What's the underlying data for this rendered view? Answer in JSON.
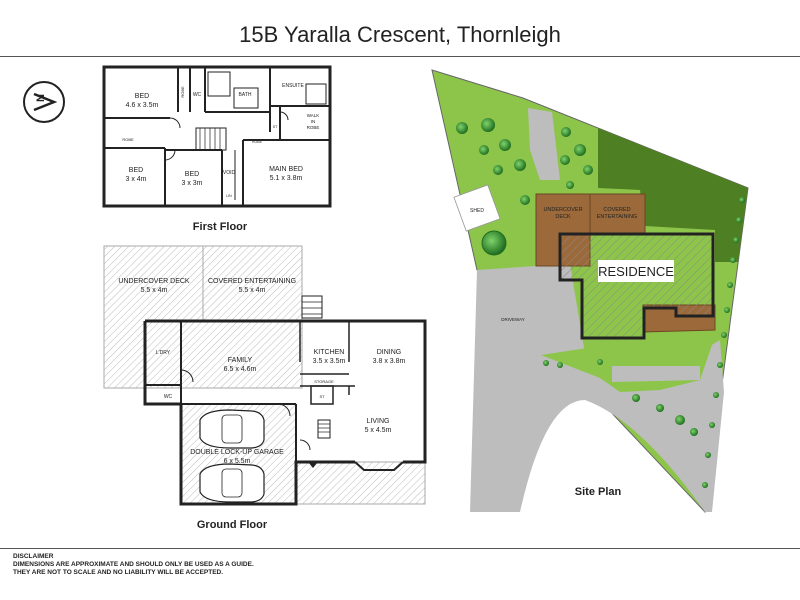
{
  "title": "15B Yaralla Crescent, Thornleigh",
  "first_floor": {
    "caption": "First Floor",
    "rooms": [
      {
        "id": "bed1",
        "name": "BED",
        "dims": "4.6 x 3.5m"
      },
      {
        "id": "bed2",
        "name": "BED",
        "dims": "3 x 4m"
      },
      {
        "id": "bed3",
        "name": "BED",
        "dims": "3 x 3m"
      },
      {
        "id": "main",
        "name": "MAIN BED",
        "dims": "5.1 x 3.8m"
      }
    ],
    "small_labels": {
      "robe1": "ROBE",
      "wc": "WC",
      "bath": "BATH",
      "ensuite": "ENSUITE",
      "wir1": "WALK",
      "wir2": "IN",
      "wir3": "ROBE",
      "robe2": "ROBE",
      "void": "VOID",
      "lin": "LIN",
      "st": "ST",
      "robe3": "ROBE"
    }
  },
  "ground_floor": {
    "caption": "Ground Floor",
    "rooms": [
      {
        "id": "deck",
        "name": "UNDERCOVER DECK",
        "dims": "5.5 x 4m"
      },
      {
        "id": "cov",
        "name": "COVERED ENTERTAINING",
        "dims": "5.5 x 4m"
      },
      {
        "id": "family",
        "name": "FAMILY",
        "dims": "6.5 x 4.6m"
      },
      {
        "id": "kitchen",
        "name": "KITCHEN",
        "dims": "3.5 x 3.5m"
      },
      {
        "id": "dining",
        "name": "DINING",
        "dims": "3.8 x 3.8m"
      },
      {
        "id": "living",
        "name": "LIVING",
        "dims": "5 x 4.5m"
      },
      {
        "id": "garage",
        "name": "DOUBLE LOCK-UP GARAGE",
        "dims": "6 x 5.5m"
      }
    ],
    "small_labels": {
      "ldry": "L'DRY",
      "wc": "WC",
      "storage": "STORAGE",
      "st": "ST"
    }
  },
  "site_plan": {
    "caption": "Site Plan",
    "labels": {
      "shed": "SHED",
      "deck1": "UNDERCOVER",
      "deck2": "DECK",
      "cov1": "COVERED",
      "cov2": "ENTERTAINING",
      "residence": "RESIDENCE",
      "driveway": "DRIVEWAY"
    }
  },
  "disclaimer": {
    "heading": "DISCLAIMER",
    "line1": "DIMENSIONS ARE APPROXIMATE AND SHOULD ONLY BE USED AS A  GUIDE.",
    "line2": "THEY ARE NOT TO SCALE AND NO LIABILITY WILL BE ACCEPTED."
  },
  "colors": {
    "lawn": "#8dc54a",
    "dark_lawn": "#4f7f23",
    "deck": "#9c6a3a",
    "driveway": "#bdbdbd",
    "wall": "#222222",
    "tree": "#2e8b2e"
  }
}
